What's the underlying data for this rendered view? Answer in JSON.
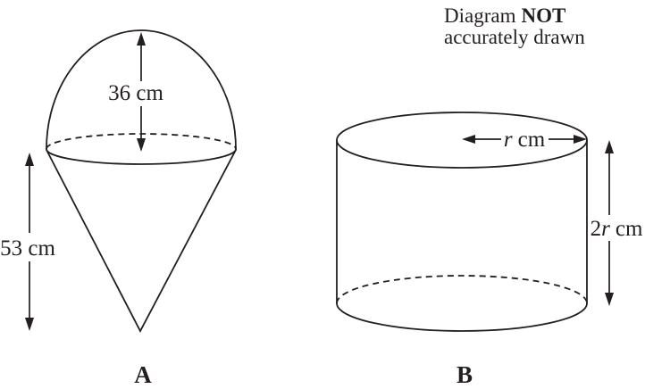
{
  "note": {
    "line1_regular": "Diagram",
    "line1_bold": "NOT",
    "line2": "accurately drawn"
  },
  "solid_a": {
    "label": "A",
    "dome_height_label": "36 cm",
    "cone_height_label": "53 cm"
  },
  "solid_b": {
    "label": "B",
    "radius_label": {
      "var": "r",
      "unit": "cm"
    },
    "height_label": {
      "prefix": "2",
      "var": "r",
      "unit": "cm"
    }
  },
  "colors": {
    "line": "#231f20",
    "background": "#ffffff"
  }
}
